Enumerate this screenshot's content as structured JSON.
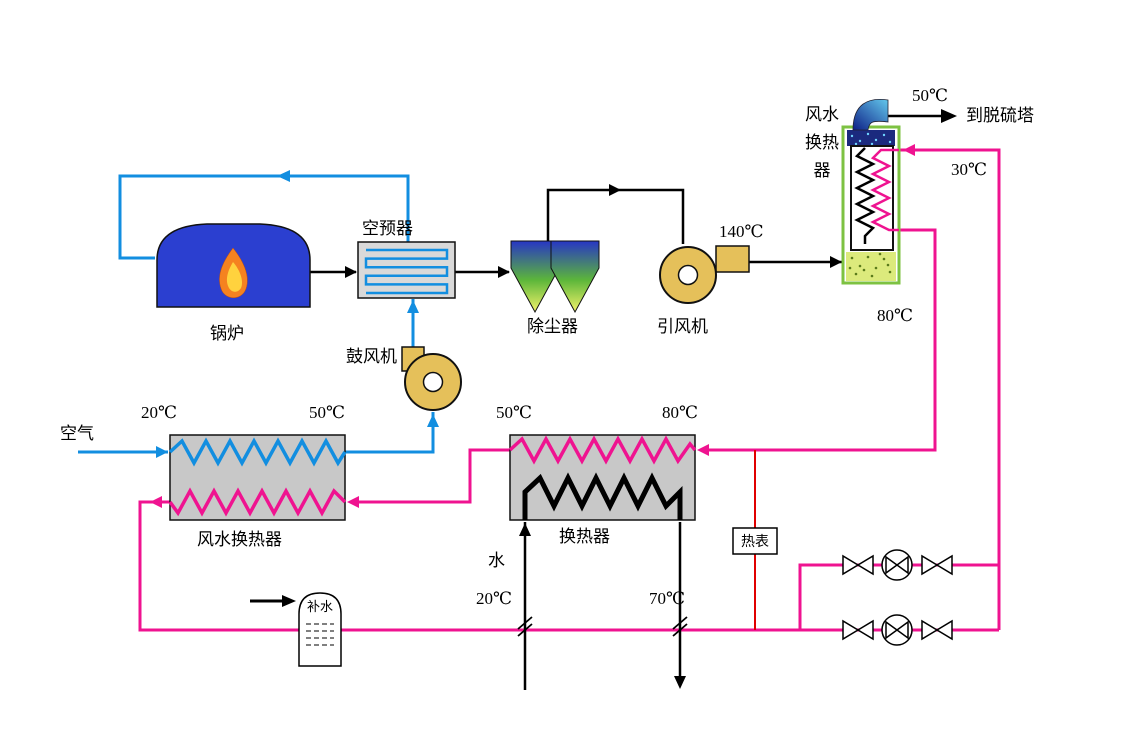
{
  "diagram": {
    "components": {
      "boiler": {
        "label": "锅炉"
      },
      "air_preheater": {
        "label": "空预器"
      },
      "blower": {
        "label": "鼓风机"
      },
      "dust_collector": {
        "label": "除尘器"
      },
      "induced_fan": {
        "label": "引风机"
      },
      "right_air_water_hx": {
        "label_line1": "风水",
        "label_line2": "换热",
        "label_line3": "器"
      },
      "left_air_water_hx": {
        "label": "风水换热器"
      },
      "water_water_hx": {
        "label": "换热器"
      },
      "heat_meter": {
        "label": "热表"
      },
      "makeup_tank": {
        "label": "补水"
      }
    },
    "streams": {
      "air_inlet": "空气",
      "water_inlet": "水",
      "to_desulfurization_tower": "到脱硫塔"
    },
    "temperatures": {
      "flue_gas_outlet": "50℃",
      "return_water": "30℃",
      "induced_fan_outlet": "140℃",
      "supply_water": "80℃",
      "air_in": "20℃",
      "air_out": "50℃",
      "hx_water_out": "50℃",
      "hx_water_in": "80℃",
      "cold_water_in": "20℃",
      "hot_water_out": "70℃"
    },
    "colors": {
      "air_line": "#128ee0",
      "hot_water_line": "#ef1390",
      "flue_line": "#000000",
      "meter_line": "#e00000",
      "fan_fill": "#e5c05a",
      "hx_fill": "#c8c8c8",
      "boiler_fill": "#2b3fd0",
      "right_hx_border": "#7dc242"
    }
  }
}
